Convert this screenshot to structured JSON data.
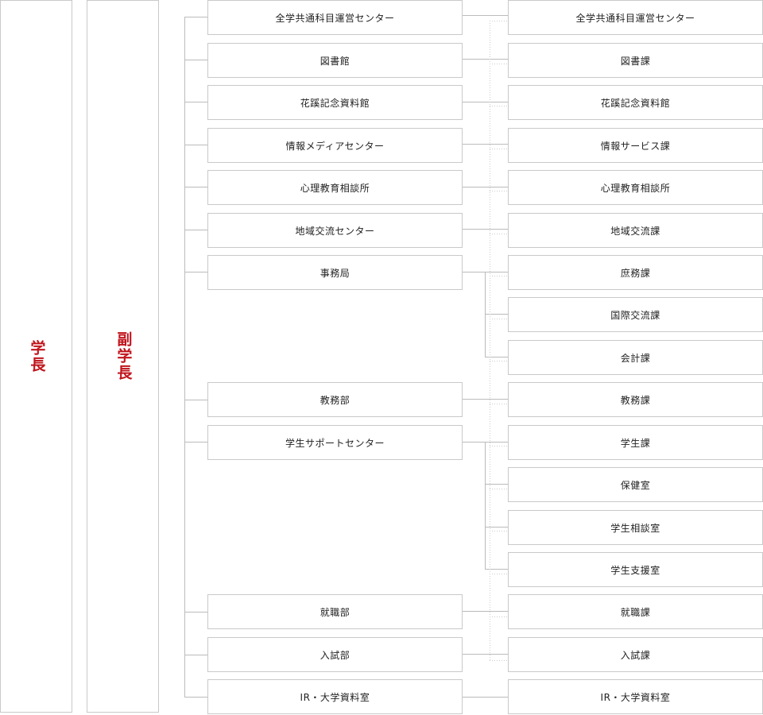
{
  "president": "学長",
  "vice_president": "副学長",
  "mid_units": [
    "全学共通科目運営センター",
    "図書館",
    "花蹊記念資料館",
    "情報メディアセンター",
    "心理教育相談所",
    "地域交流センター",
    "事務局",
    "教務部",
    "学生サポートセンター",
    "就職部",
    "入試部",
    "IR・大学資料室"
  ],
  "right_units": [
    "全学共通科目運営センター",
    "図書課",
    "花蹊記念資料館",
    "情報サービス課",
    "心理教育相談所",
    "地域交流課",
    "庶務課",
    "国際交流課",
    "会計課",
    "教務課",
    "学生課",
    "保健室",
    "学生相談室",
    "学生支援室",
    "就職課",
    "入試課",
    "IR・大学資料室"
  ],
  "colors": {
    "accent": "#c0141c",
    "border": "#c9c9c9",
    "line": "#bbbbbb"
  }
}
